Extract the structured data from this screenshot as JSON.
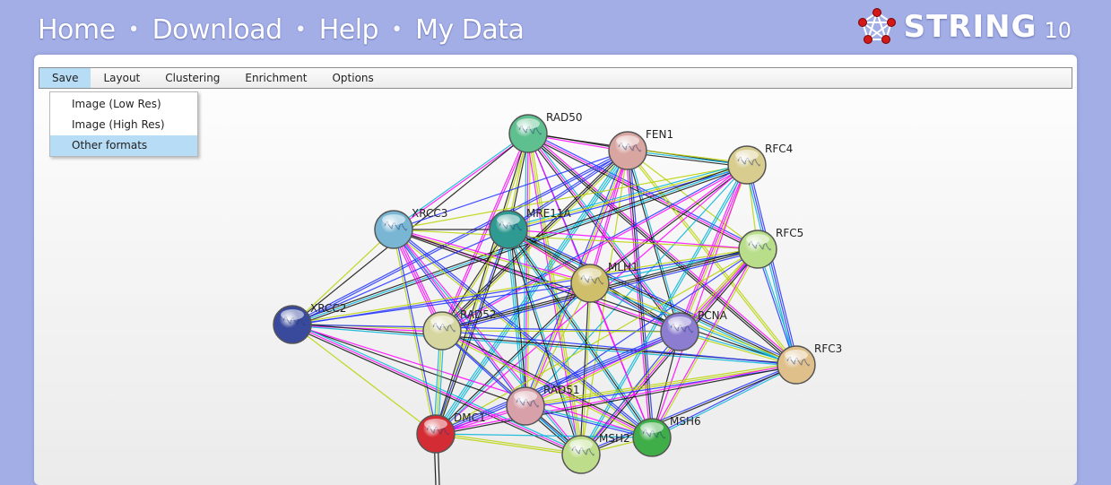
{
  "topnav": {
    "home": "Home",
    "download": "Download",
    "help": "Help",
    "mydata": "My Data",
    "separator": "•"
  },
  "brand": {
    "name": "STRING",
    "version": "10"
  },
  "menubar": {
    "items": [
      "Save",
      "Layout",
      "Clustering",
      "Enrichment",
      "Options"
    ],
    "active": "Save"
  },
  "save_menu": {
    "items": [
      "Image (Low Res)",
      "Image (High Res)",
      "Other formats"
    ],
    "highlighted": "Other formats"
  },
  "network": {
    "nodes": [
      {
        "id": "RAD50",
        "label": "RAD50",
        "color": "#5fc08f"
      },
      {
        "id": "FEN1",
        "label": "FEN1",
        "color": "#d9a5a0"
      },
      {
        "id": "RFC4",
        "label": "RFC4",
        "color": "#d8cc8e"
      },
      {
        "id": "XRCC3",
        "label": "XRCC3",
        "color": "#78b6d4"
      },
      {
        "id": "MRE11A",
        "label": "MRE11A",
        "color": "#2f9a92"
      },
      {
        "id": "RFC5",
        "label": "RFC5",
        "color": "#b9de8a"
      },
      {
        "id": "MLH1",
        "label": "MLH1",
        "color": "#cfbf6a"
      },
      {
        "id": "XRCC2",
        "label": "XRCC2",
        "color": "#394a9c"
      },
      {
        "id": "RAD52",
        "label": "RAD52",
        "color": "#d6d6a0"
      },
      {
        "id": "PCNA",
        "label": "PCNA",
        "color": "#8d7dd0"
      },
      {
        "id": "RFC3",
        "label": "RFC3",
        "color": "#e0c08a"
      },
      {
        "id": "RAD51",
        "label": "RAD51",
        "color": "#d8a0a8"
      },
      {
        "id": "DMC1",
        "label": "DMC1",
        "color": "#d42c34"
      },
      {
        "id": "MSH6",
        "label": "MSH6",
        "color": "#3fae48"
      },
      {
        "id": "MSH2",
        "label": "MSH2",
        "color": "#bedd8a"
      }
    ],
    "edge_colors": [
      "#ff00ff",
      "#b8d200",
      "#111111",
      "#2030ff",
      "#00b4d8"
    ]
  }
}
